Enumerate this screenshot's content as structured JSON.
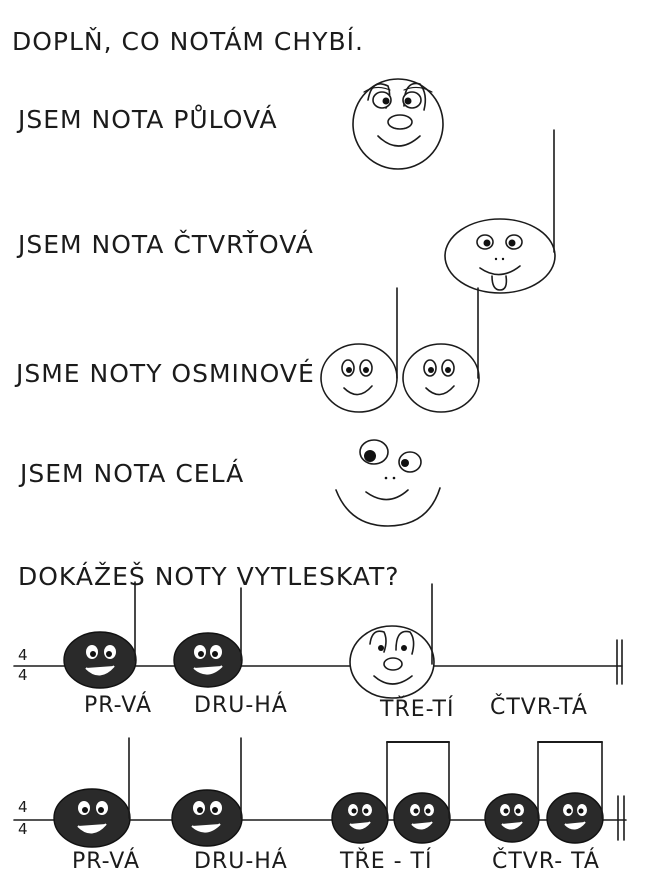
{
  "worksheet": {
    "instruction": "DOPLŇ, CO NOTÁM CHYBÍ.",
    "notes": [
      {
        "label": "JSEM NOTA PŮLOVÁ",
        "type": "half"
      },
      {
        "label": "JSEM NOTA ČTVRŤOVÁ",
        "type": "quarter"
      },
      {
        "label": "JSME NOTY OSMINOVÉ",
        "type": "eighth"
      },
      {
        "label": "JSEM NOTA CELÁ",
        "type": "whole"
      }
    ],
    "clap_question": "DOKÁŽEŠ NOTY VYTLESKAT?",
    "rhythm_1": {
      "time_signature": {
        "top": "4",
        "bottom": "4"
      },
      "syllables": [
        "PR-VÁ",
        "DRU-HÁ",
        "TŘE-TÍ",
        "ČTVR-TÁ"
      ]
    },
    "rhythm_2": {
      "time_signature": {
        "top": "4",
        "bottom": "4"
      },
      "syllables": [
        "PR-VÁ",
        "DRU-HÁ",
        "TŘE - TÍ",
        "ČTVR- TÁ"
      ]
    }
  }
}
